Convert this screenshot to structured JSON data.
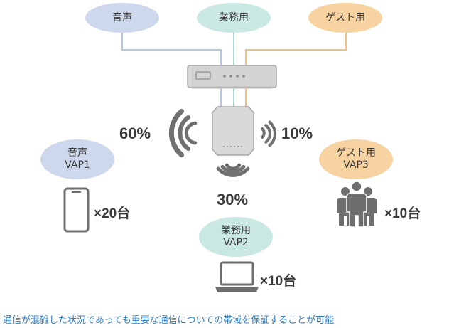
{
  "networks": {
    "voice": {
      "label": "音声"
    },
    "business": {
      "label": "業務用"
    },
    "guest": {
      "label": "ゲスト用"
    }
  },
  "vaps": {
    "vap1": {
      "line1": "音声",
      "line2": "VAP1",
      "share": "60%",
      "count": "×20台",
      "device": "smartphone-icon"
    },
    "vap2": {
      "line1": "業務用",
      "line2": "VAP2",
      "share": "30%",
      "count": "×10台",
      "device": "laptop-icon"
    },
    "vap3": {
      "line1": "ゲスト用",
      "line2": "VAP3",
      "share": "10%",
      "count": "×10台",
      "device": "people-icon"
    }
  },
  "colors": {
    "voice": "#cdd8ec",
    "business": "#c9e8e4",
    "guest": "#f7d3a2",
    "line_voice": "#b7c7e3",
    "line_business": "#a9d8d2",
    "line_guest": "#f2be82",
    "icon_gray": "#6e6e6e",
    "caption": "#2a78c6"
  },
  "caption": "通信が混雑した状況であっても重要な通信についての帯域を保証することが可能"
}
